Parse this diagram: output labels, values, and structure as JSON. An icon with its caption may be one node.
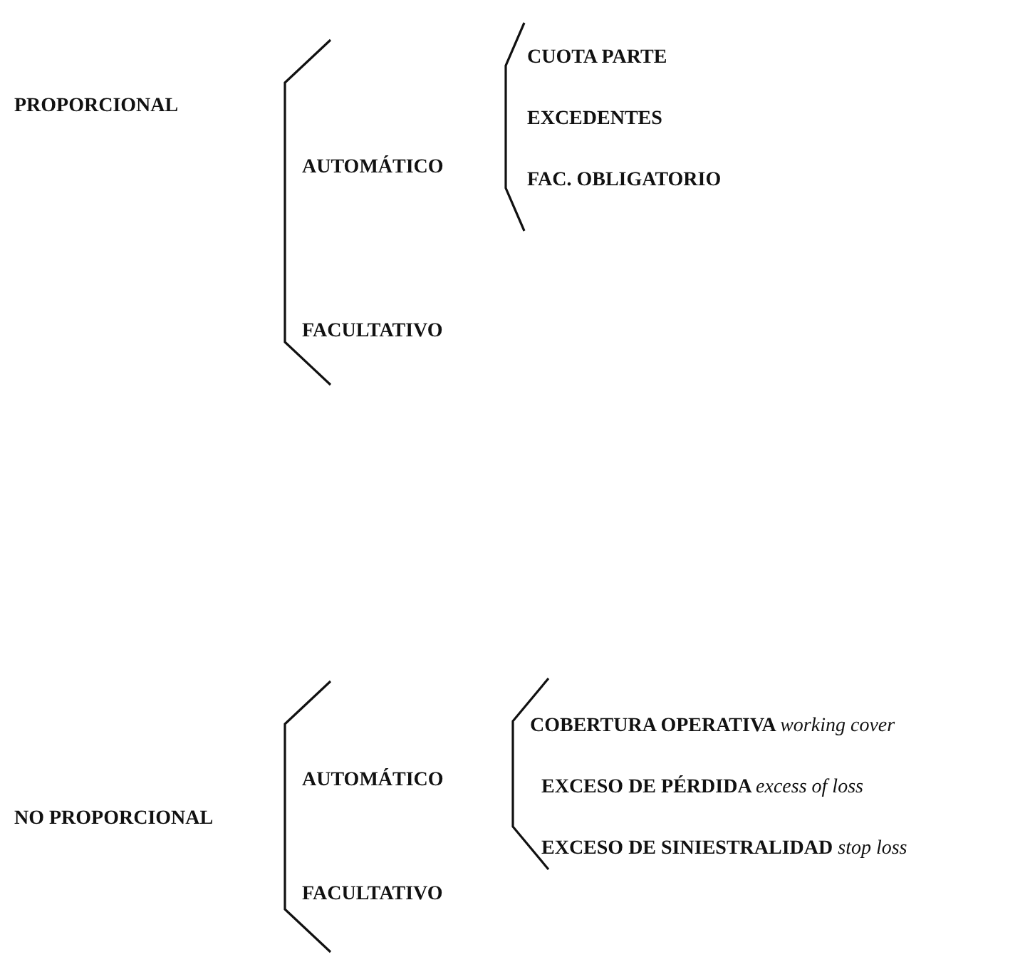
{
  "diagram": {
    "nodes": [
      {
        "text": [
          "PROPORCIONAL"
        ]
      },
      {
        "text": [
          "AUTOMÁTICO"
        ]
      },
      {
        "text": [
          "CUOTA PARTE"
        ]
      },
      {
        "text": [
          "EXCEDENTES"
        ]
      },
      {
        "text": [
          "FAC. OBLIGATORIO"
        ]
      },
      {
        "text": [
          "FACULTATIVO"
        ]
      },
      {
        "text": [
          "NO PROPORCIONAL"
        ]
      },
      {
        "text": [
          "AUTOMÁTICO"
        ]
      },
      {
        "text": [
          "COBERTURA OPERATIVA *working cover*"
        ]
      },
      {
        "text": [
          "EXCESO DE PÉRDIDA *excess of loss*"
        ]
      },
      {
        "text": [
          "EXCESO DE SINIESTRALIDAD *stop loss*"
        ]
      },
      {
        "text": [
          "FACULTATIVO"
        ]
      }
    ]
  }
}
